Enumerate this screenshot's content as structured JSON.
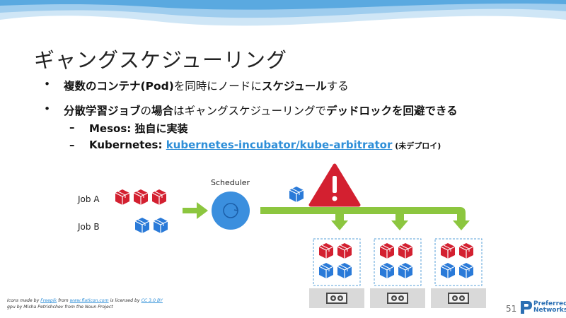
{
  "slide": {
    "title": "ギャングスケジューリング",
    "bullet1": {
      "bullet": "•",
      "text_bold1": "複数のコンテナ(Pod)",
      "text_normal1": "を同時に",
      "text_normal2": "ノード",
      "text_normal3": "に",
      "text_bold2": "スケジュール",
      "text_normal4": "する"
    },
    "bullet2": {
      "bullet": "•",
      "text_bold1": "分散学習ジョブ",
      "text_normal1": "の",
      "text_bold2": "場合",
      "text_normal2": "はギャングスケジューリングで",
      "text_bold3": "デッドロックを回避できる"
    },
    "sub1": {
      "dash": "–",
      "text": "Mesos: 独自に実装"
    },
    "sub2": {
      "dash": "–",
      "label": "Kubernetes: ",
      "link": "kubernetes-incubator/kube-arbitrator",
      "note": " (未デプロイ)"
    },
    "diagram": {
      "job_a_label": "Job A",
      "job_b_label": "Job B",
      "scheduler_label": "Scheduler",
      "colors": {
        "red": "#d32030",
        "blue": "#2a7ad8",
        "arrow": "#8cc63f",
        "scheduler": "#3b8fde",
        "warning": "#d32030"
      },
      "icons": [
        "box-icon",
        "warning-icon",
        "gpu-icon"
      ]
    },
    "credits": {
      "line1_a": "Icons made by ",
      "line1_link1": "Freepik",
      "line1_b": " from ",
      "line1_link2": "www.flaticon.com",
      "line1_c": " is licensed by ",
      "line1_link3": "CC 3.0 BY",
      "line2": "gpu by Misha Petrishchev from the Noun Project"
    },
    "page_number": "51",
    "logo": {
      "line1": "Preferred",
      "line2": "Networks"
    }
  }
}
